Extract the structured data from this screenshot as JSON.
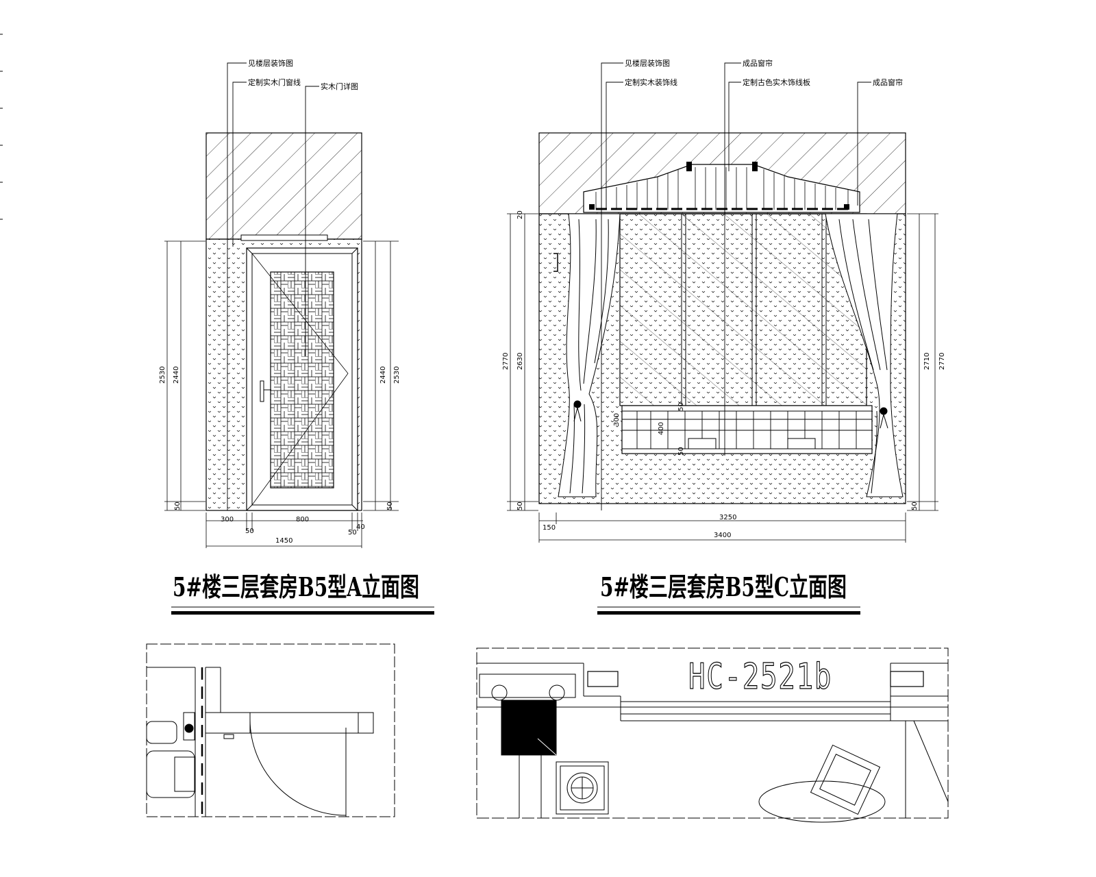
{
  "drawing_a": {
    "title": "5#楼三层套房B5型A立面图",
    "labels": [
      "见楼层装饰图",
      "定制实木门窗线",
      "实木门详图"
    ],
    "dims_h": [
      "300",
      "800",
      "50",
      "50",
      "40",
      "1450"
    ],
    "dims_v": [
      "2530",
      "2440",
      "2440",
      "2530",
      "50",
      "50"
    ]
  },
  "drawing_c": {
    "title": "5#楼三层套房B5型C立面图",
    "labels": [
      "见楼层装饰图",
      "定制实木装饰线",
      "成品窗帘",
      "定制古色实木饰线板",
      "成品窗帘"
    ],
    "dims_h": [
      "150",
      "3250",
      "3400"
    ],
    "dims_v": [
      "2770",
      "2630",
      "2710",
      "2770",
      "20",
      "50",
      "50"
    ],
    "rail_dims": [
      "50",
      "400",
      "50",
      "300"
    ]
  },
  "plan_code": "HC-2521b",
  "colors": {
    "line": "#000000",
    "background": "#ffffff"
  }
}
